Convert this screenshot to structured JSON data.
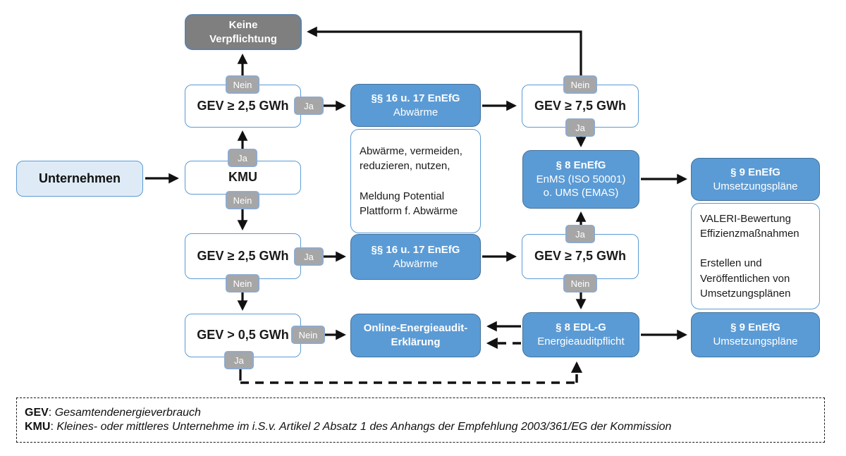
{
  "diagram": {
    "nodes": {
      "keine_verpflichtung": {
        "line1": "Keine",
        "line2": "Verpflichtung"
      },
      "unternehmen": {
        "label": "Unternehmen"
      },
      "kmu": {
        "label": "KMU"
      },
      "gev25_top": {
        "label": "GEV ≥ 2,5 GWh"
      },
      "gev25_mid": {
        "label": "GEV ≥ 2,5 GWh"
      },
      "gev05": {
        "label": "GEV > 0,5 GWh"
      },
      "gev75_top": {
        "label": "GEV ≥ 7,5 GWh"
      },
      "gev75_mid": {
        "label": "GEV ≥ 7,5 GWh"
      },
      "par1617_top": {
        "line1": "§§ 16 u. 17 EnEfG",
        "line2": "Abwärme"
      },
      "par1617_mid": {
        "line1": "§§ 16 u. 17 EnEfG",
        "line2": "Abwärme"
      },
      "par8_enefg": {
        "line1": "§ 8 EnEfG",
        "line2": "EnMS (ISO 50001)",
        "line3": "o. UMS (EMAS)"
      },
      "par9_top": {
        "line1": "§ 9 EnEfG",
        "line2": "Umsetzungspläne"
      },
      "par9_bottom": {
        "line1": "§ 9 EnEfG",
        "line2": "Umsetzungspläne"
      },
      "par8_edlg": {
        "line1": "§ 8 EDL-G",
        "line2": "Energieauditpflicht"
      },
      "online_audit": {
        "line1": "Online-Energieaudit-",
        "line2": "Erklärung"
      },
      "note_abwaerme": {
        "line1": "Abwärme, vermeiden,",
        "line2": "reduzieren, nutzen,",
        "line3": "Meldung Potential",
        "line4": "Plattform f. Abwärme"
      },
      "note_valeri": {
        "line1": "VALERI-Bewertung",
        "line2": "Effizienzmaßnahmen",
        "line3": "Erstellen und",
        "line4": "Veröffentlichen von",
        "line5": "Umsetzungsplänen"
      }
    },
    "labels": {
      "ja": "Ja",
      "nein": "Nein"
    },
    "legend": {
      "sep": ": ",
      "gev_term": "GEV",
      "gev_def": "Gesamtendenergieverbrauch",
      "kmu_term": "KMU",
      "kmu_def": "Kleines- oder mittleres Unternehme im i.S.v. Artikel 2 Absatz 1 des Anhangs der Empfehlung 2003/361/EG der Kommission"
    },
    "colors": {
      "accent_blue": "#5B9BD5",
      "accent_blue_dark": "#41719C",
      "light_blue_fill": "#DEEBF7",
      "no_obligation_gray": "#7F7F7F",
      "tag_gray": "#A6A6A6",
      "tag_border": "#8FAACC",
      "arrow_black": "#111111"
    }
  }
}
